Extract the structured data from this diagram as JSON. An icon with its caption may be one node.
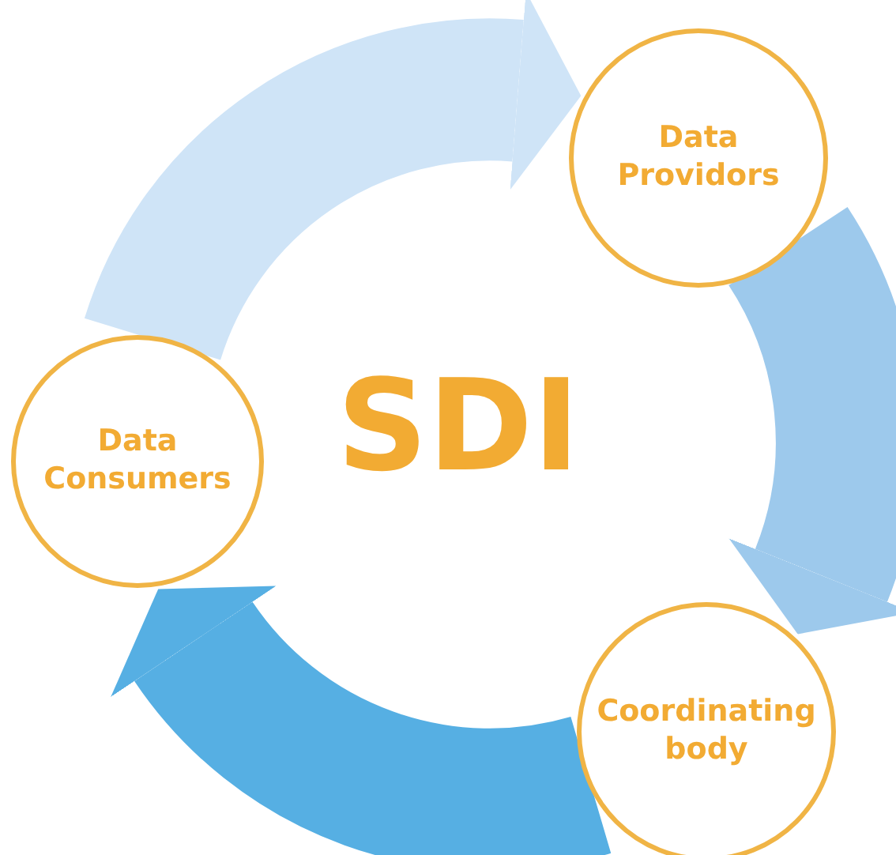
{
  "diagram": {
    "nodes": [
      {
        "text": [
          "Data Providors"
        ]
      },
      {
        "text": [
          "Data Consumers"
        ]
      },
      {
        "text": [
          "SDI"
        ]
      },
      {
        "text": [
          "Coordinating body"
        ]
      }
    ],
    "edges": [
      {
        "from": 1,
        "to": 0,
        "arrow": "to",
        "color": "#cfe4f7"
      },
      {
        "from": 0,
        "to": 3,
        "arrow": "to",
        "color": "#9dc9ec"
      },
      {
        "from": 3,
        "to": 1,
        "arrow": "to",
        "color": "#56afe3"
      }
    ]
  }
}
